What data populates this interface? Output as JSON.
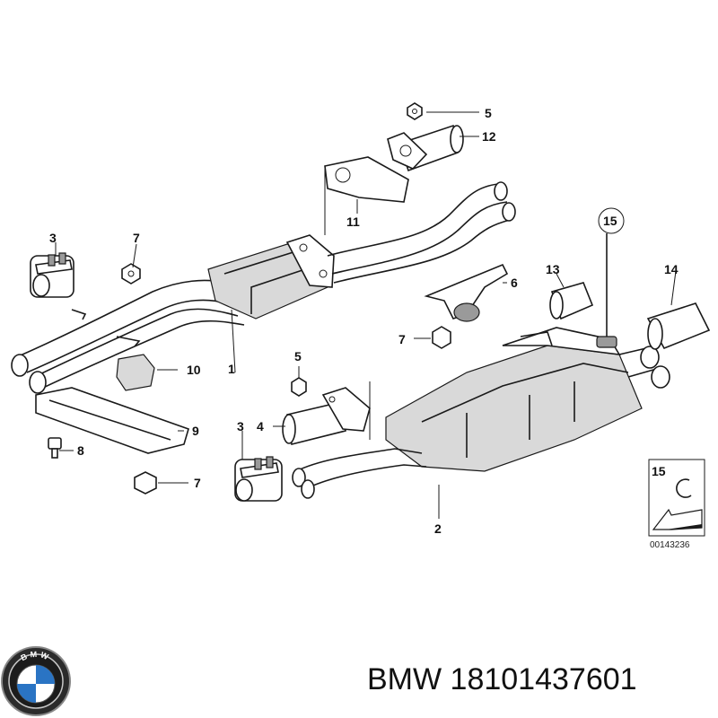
{
  "brand": "BMW",
  "part_number": "18101437601",
  "logo_text": "BMW",
  "diagram_id": "00143236",
  "callouts": {
    "c1": "1",
    "c2": "2",
    "c3a": "3",
    "c3b": "3",
    "c4": "4",
    "c5a": "5",
    "c5b": "5",
    "c6": "6",
    "c7a": "7",
    "c7b": "7",
    "c7c": "7",
    "c8": "8",
    "c9": "9",
    "c10": "10",
    "c11": "11",
    "c12": "12",
    "c13": "13",
    "c14": "14",
    "c15": "15",
    "c15_inset": "15"
  }
}
